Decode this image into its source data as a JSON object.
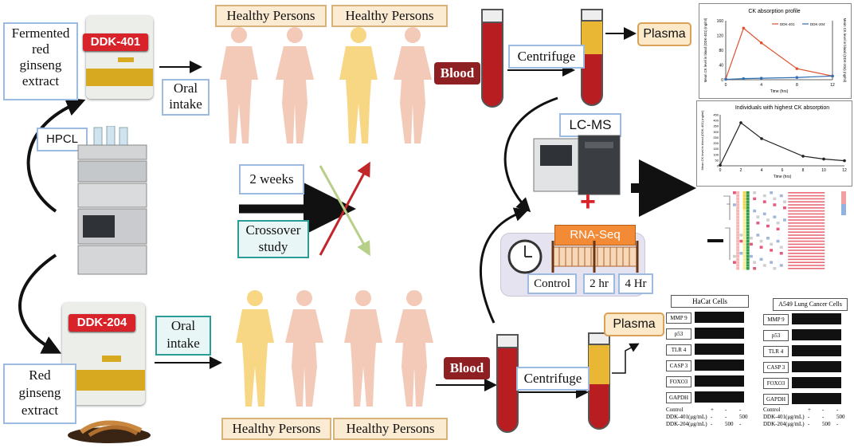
{
  "products": {
    "fermented": {
      "label_lines": [
        "Fermented",
        "red",
        "ginseng",
        "extract"
      ],
      "brand": "DDK-401"
    },
    "red": {
      "label_lines": [
        "Red",
        "ginseng",
        "extract"
      ],
      "brand": "DDK-204"
    }
  },
  "hpcl": "HPCL",
  "oral_intake": [
    "Oral",
    "intake"
  ],
  "healthy_persons": "Healthy Persons",
  "two_weeks": "2 weeks",
  "crossover": [
    "Crossover",
    "study"
  ],
  "blood": "Blood",
  "centrifuge": "Centrifuge",
  "plasma": "Plasma",
  "lcms": "LC-MS",
  "rnaseq": {
    "title": "RNA-Seq",
    "timepoints": [
      "Control",
      "2 hr",
      "4 Hr"
    ]
  },
  "chart_data": [
    {
      "type": "line",
      "title": "CK absorption profile",
      "xlabel": "Time (hrs)",
      "ylabel": "Mean CK level in blood (DDK-401) (ng/ml)",
      "y2label": "Mean CK level in blood (DDK-204) (ng/ml)",
      "x": [
        0,
        2,
        4,
        8,
        12
      ],
      "xticks": [
        "0",
        "4",
        "8",
        "12"
      ],
      "yticks": [
        "0",
        "40",
        "80",
        "120",
        "160"
      ],
      "series": [
        {
          "name": "DDK-401",
          "color": "#e0522f",
          "values": [
            2,
            140,
            100,
            30,
            10
          ]
        },
        {
          "name": "DDK-204",
          "color": "#2e6fb5",
          "values": [
            1,
            3,
            4,
            6,
            10
          ]
        }
      ]
    },
    {
      "type": "line",
      "title": "Individuals with highest CK absorption",
      "xlabel": "Time (hrs)",
      "ylabel": "Mean CK level in blood (DDK-401) (ng/ml)",
      "x": [
        0,
        2,
        4,
        8,
        10,
        12
      ],
      "xticks": [
        "0",
        "2",
        "4",
        "6",
        "8",
        "10",
        "12"
      ],
      "yticks": [
        "0",
        "50",
        "100",
        "150",
        "200",
        "250",
        "300",
        "350",
        "400",
        "450"
      ],
      "series": [
        {
          "name": "DDK-401",
          "color": "#222222",
          "values": [
            5,
            380,
            240,
            85,
            60,
            45
          ]
        }
      ]
    }
  ],
  "blots": [
    {
      "title": "HaCat Cells",
      "genes": [
        "MMP 9",
        "p53",
        "TLR 4",
        "CASP 3",
        "FOXO3",
        "GAPDH"
      ],
      "conditions": [
        "Control",
        "DDK-401(μg/mL)",
        "DDK-204(μg/mL)"
      ],
      "values": [
        [
          "+",
          "-",
          "-"
        ],
        [
          "-",
          "-",
          "500"
        ],
        [
          "-",
          "500",
          "-"
        ]
      ]
    },
    {
      "title": "A549 Lung Cancer Cells",
      "genes": [
        "MMP 9",
        "p53",
        "TLR 4",
        "CASP 3",
        "FOXO3",
        "GAPDH"
      ],
      "conditions": [
        "Control",
        "DDK-401(μg/mL)",
        "DDK-204(μg/mL)"
      ],
      "values": [
        [
          "+",
          "-",
          "-"
        ],
        [
          "-",
          "-",
          "500"
        ],
        [
          "-",
          "500",
          "-"
        ]
      ]
    }
  ],
  "colors": {
    "accent_red": "#d8232a",
    "dark_red": "#8e1f22",
    "blue_border": "#9dbbe0",
    "tan_border": "#d7b37a",
    "teal": "#2b9c97"
  }
}
